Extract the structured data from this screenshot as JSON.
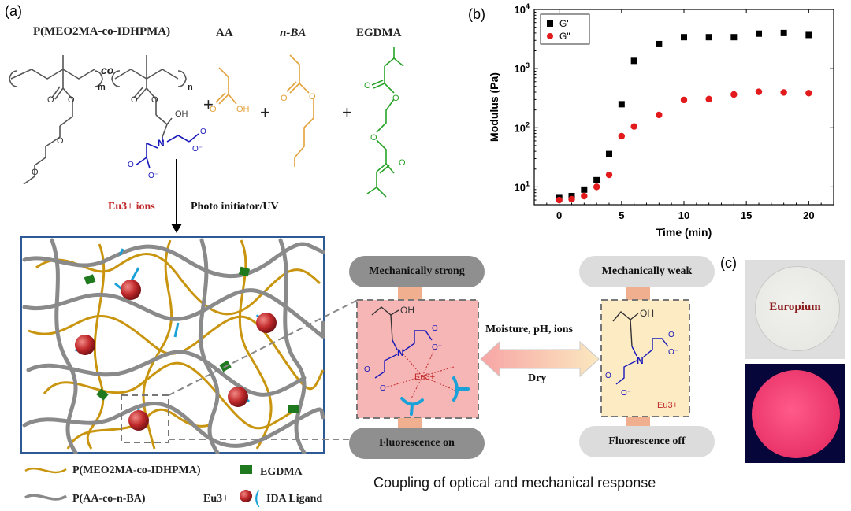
{
  "panel_labels": {
    "a": "(a)",
    "b": "(b)",
    "c": "(c)"
  },
  "panel_a": {
    "monomers": {
      "polymer": "P(MEO2MA-co-IDHPMA)",
      "aa": "AA",
      "nba": "n-BA",
      "egdma": "EGDMA"
    },
    "structure_labels": {
      "co": "co",
      "m": "m",
      "n": "n",
      "oh": "OH",
      "n_atom": "N"
    },
    "plus": "+",
    "eu_ions": "Eu3+ ions",
    "photo_initiator": "Photo initiator/UV",
    "legend": {
      "pmeo2ma": "P(MEO2MA-co-IDHPMA)",
      "paa": "P(AA-co-n-BA)",
      "egdma": "EGDMA",
      "eu": "Eu3+",
      "ida": "IDA Ligand"
    },
    "states": {
      "strong": "Mechanically strong",
      "weak": "Mechanically weak",
      "fluor_on": "Fluorescence on",
      "fluor_off": "Fluorescence off",
      "stimulus": "Moisture, pH, ions",
      "dry": "Dry",
      "eu_label": "Eu3+"
    },
    "caption": "Coupling of optical and mechanical response"
  },
  "panel_c": {
    "sample_label": "Europium"
  },
  "colors": {
    "gold": "#c9950f",
    "grey": "#7a7a7a",
    "green": "#1f7a1f",
    "eu_red": "#c0282a",
    "ida_blue": "#1aa1d8",
    "pink": "#f7b6b6",
    "cream": "#fdebc4"
  },
  "chart_data": {
    "type": "scatter",
    "xlabel": "Time (min)",
    "ylabel": "Modulus (Pa)",
    "xlim": [
      -2,
      22
    ],
    "ylim": [
      5,
      10000
    ],
    "yscale": "log",
    "xticks": [
      "0",
      "5",
      "10",
      "15",
      "20"
    ],
    "yticks": [
      "10^1",
      "10^2",
      "10^3",
      "10^4"
    ],
    "legend_position": "top-left",
    "series": [
      {
        "name": "G'",
        "color": "#000000",
        "marker": "square",
        "x": [
          0,
          1,
          2,
          3,
          4,
          5,
          6,
          8,
          10,
          12,
          14,
          16,
          18,
          20
        ],
        "y": [
          6.5,
          7,
          9,
          13,
          36,
          250,
          1350,
          2600,
          3400,
          3400,
          3400,
          3900,
          4000,
          3700
        ]
      },
      {
        "name": "G\"",
        "color": "#e31a1c",
        "marker": "circle",
        "x": [
          0,
          1,
          2,
          3,
          4,
          5,
          6,
          8,
          10,
          12,
          14,
          16,
          18,
          20
        ],
        "y": [
          6,
          6.2,
          7,
          10,
          16,
          72,
          105,
          165,
          295,
          305,
          365,
          405,
          395,
          385
        ]
      }
    ]
  }
}
